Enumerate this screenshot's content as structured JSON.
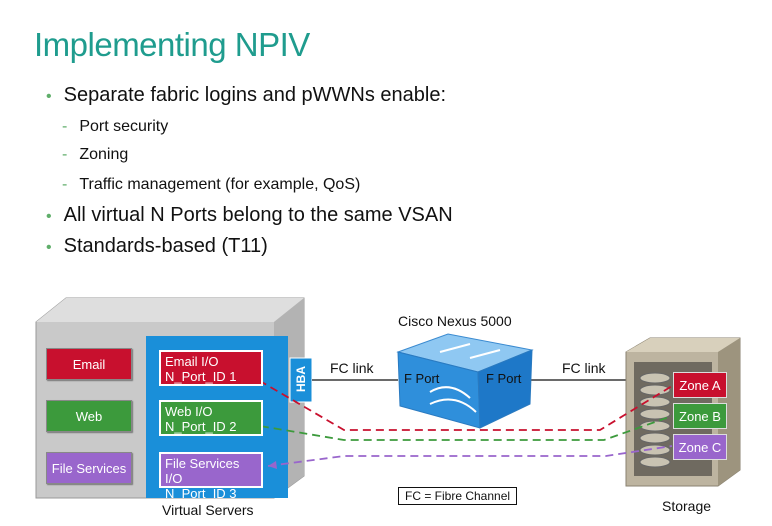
{
  "title": "Implementing  NPIV",
  "bullets": [
    {
      "text": "Separate fabric logins and pWWNs enable:",
      "sub": [
        "Port  security",
        "Zoning",
        "Traffic management    (for example,  QoS)"
      ]
    },
    {
      "text": "All virtual N Ports belong to the same VSAN"
    },
    {
      "text": "Standards-based (T11)"
    }
  ],
  "diagram": {
    "apps": [
      {
        "label": "Email",
        "color": "#c8102e"
      },
      {
        "label": "Web",
        "color": "#3c9a3c"
      },
      {
        "label": "File Services",
        "color": "#9966cc"
      }
    ],
    "io_boxes": [
      {
        "line1": "Email I/O",
        "line2": "N_Port_ID 1",
        "color": "#c8102e"
      },
      {
        "line1": "Web I/O",
        "line2": "N_Port_ID 2",
        "color": "#3c9a3c"
      },
      {
        "line1": "File Services I/O",
        "line2": "N_Port_ID 3",
        "color": "#9966cc"
      }
    ],
    "hba_label": "HBA",
    "fc_link_left": "FC link",
    "fc_link_right": "FC link",
    "switch_label": "Cisco Nexus 5000",
    "fport_left": "F Port",
    "fport_right": "F Port",
    "zones": [
      {
        "label": "Zone A",
        "color": "#c8102e"
      },
      {
        "label": "Zone B",
        "color": "#3c9a3c"
      },
      {
        "label": "Zone C",
        "color": "#9966cc"
      }
    ],
    "legend": "FC = Fibre Channel",
    "servers_label": "Virtual Servers",
    "storage_label": "Storage"
  },
  "colors": {
    "title": "#1f9c8e",
    "bullet": "#5fae6a",
    "server_blue": "#1a8fd9",
    "switch_blue": "#4aa8e8"
  }
}
